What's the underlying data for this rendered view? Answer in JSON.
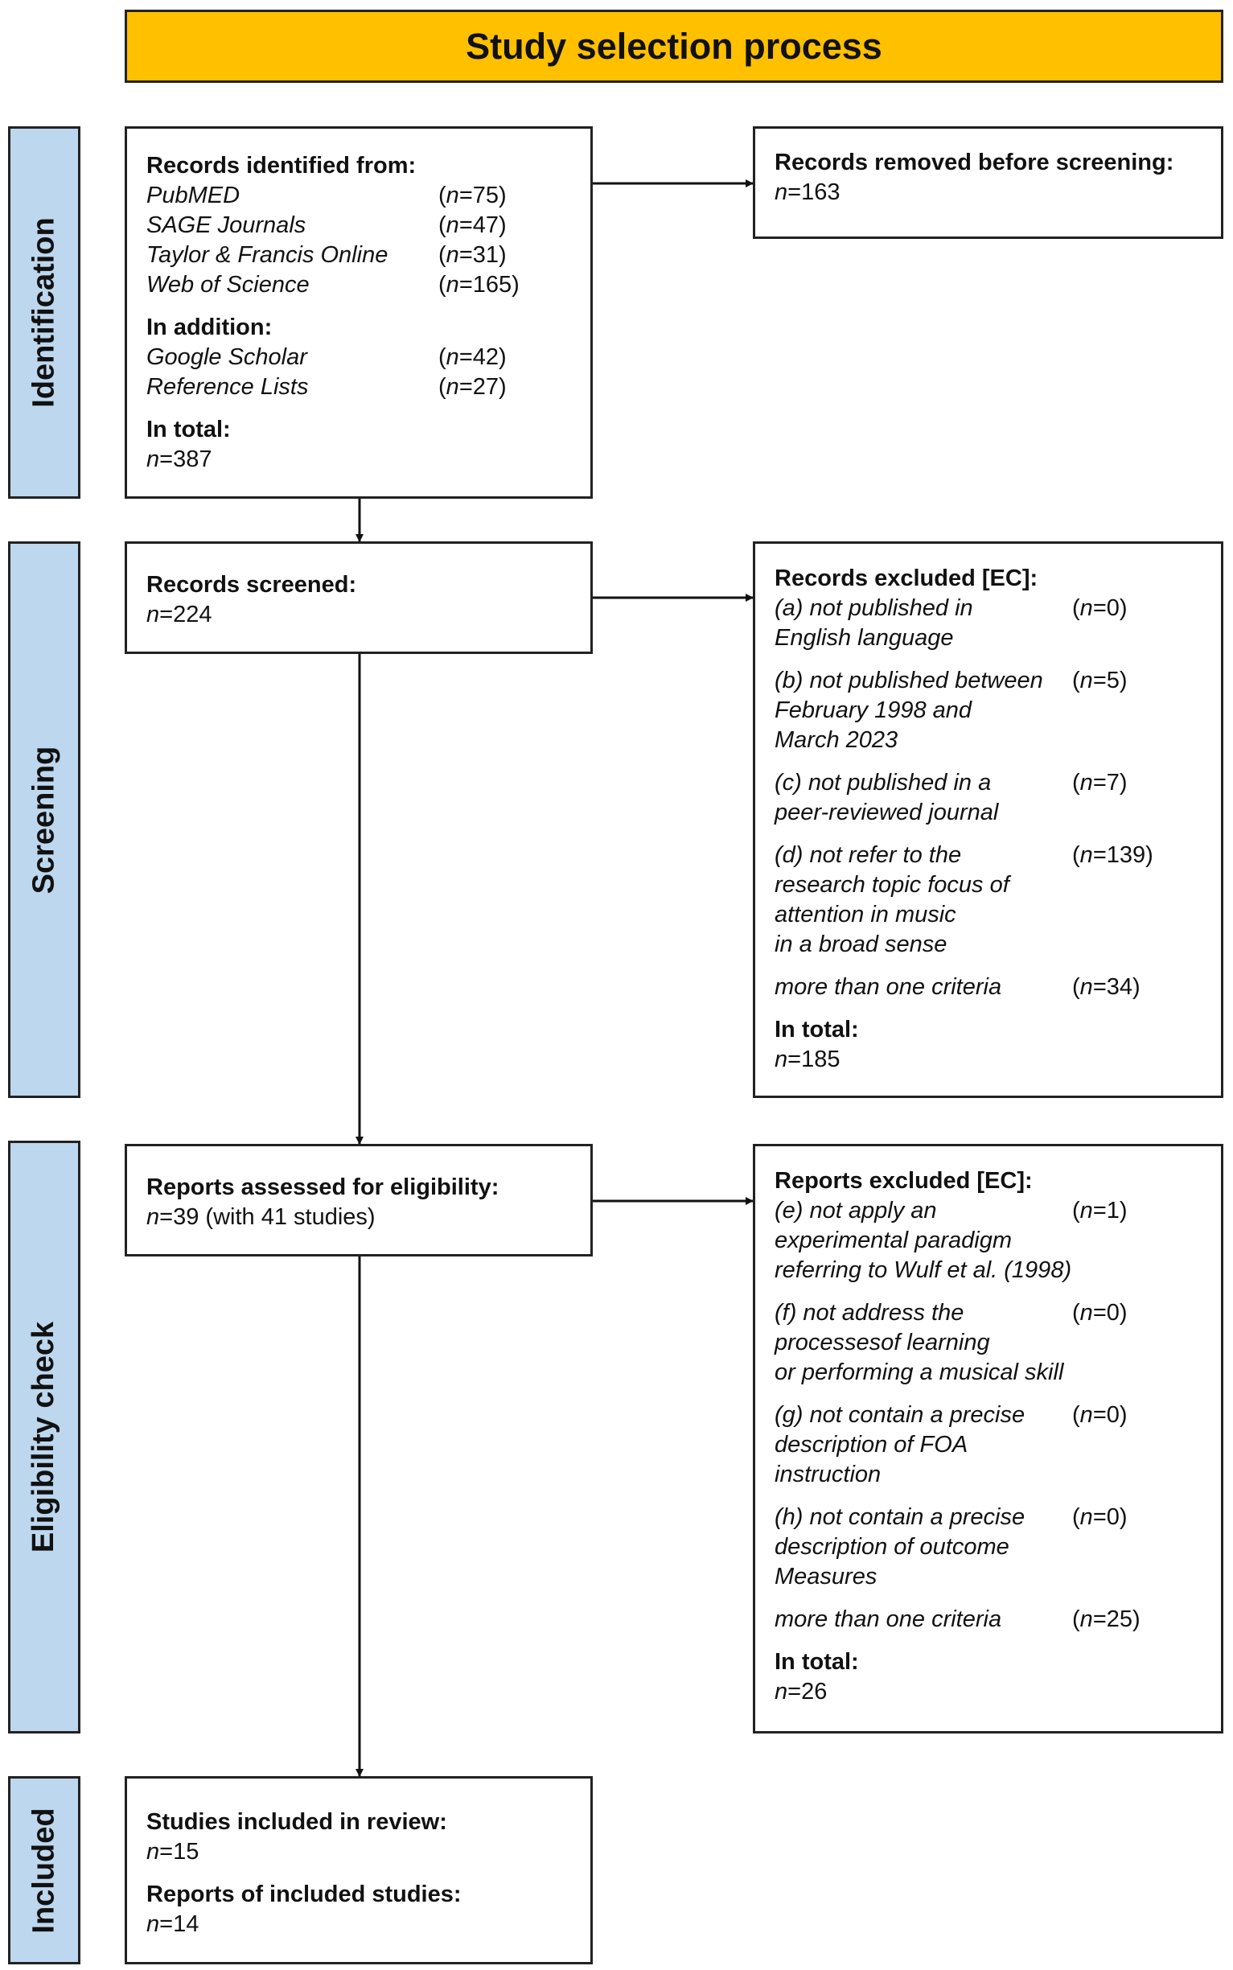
{
  "title": "Study selection process",
  "colors": {
    "title_bg": "#FFC000",
    "stage_bg": "#BDD7EE",
    "border": "#222222"
  },
  "stages": {
    "identification": "Identification",
    "screening": "Screening",
    "eligibility": "Eligibility check",
    "included": "Included"
  },
  "identified": {
    "heading": "Records identified from:",
    "sources": [
      {
        "name": "PubMED",
        "n": "75"
      },
      {
        "name": "SAGE Journals",
        "n": "47"
      },
      {
        "name": "Taylor & Francis Online",
        "n": "31"
      },
      {
        "name": "Web of Science",
        "n": "165"
      }
    ],
    "addition_heading": "In addition:",
    "additional": [
      {
        "name": "Google Scholar",
        "n": "42"
      },
      {
        "name": "Reference Lists",
        "n": "27"
      }
    ],
    "total_heading": "In total:",
    "total": "387"
  },
  "removed": {
    "heading": "Records removed before screening:",
    "n": "163"
  },
  "screened": {
    "heading": "Records screened:",
    "n": "224"
  },
  "excluded_records": {
    "heading": "Records excluded [EC]:",
    "criteria": [
      {
        "text": [
          "(a) not published in",
          "English language"
        ],
        "n": "0"
      },
      {
        "text": [
          "(b) not published between",
          "February 1998 and",
          "March 2023"
        ],
        "n": "5"
      },
      {
        "text": [
          "(c) not published in a",
          "peer-reviewed journal"
        ],
        "n": "7"
      },
      {
        "text": [
          "(d) not refer to the",
          "research topic focus of",
          "attention in music",
          "in a broad sense"
        ],
        "n": "139"
      },
      {
        "text": [
          "more than one criteria"
        ],
        "n": "34"
      }
    ],
    "total_heading": "In total:",
    "total": "185"
  },
  "assessed": {
    "heading": "Reports assessed for eligibility:",
    "n": "39",
    "note": "(with 41 studies)"
  },
  "excluded_reports": {
    "heading": "Reports excluded [EC]:",
    "criteria": [
      {
        "text": [
          "(e) not apply an",
          "experimental paradigm",
          "referring to Wulf et al. (1998)"
        ],
        "n": "1"
      },
      {
        "text": [
          "(f) not address the",
          "processesof learning",
          "or performing a musical skill"
        ],
        "n": "0"
      },
      {
        "text": [
          "(g) not contain a precise",
          "description of FOA",
          "instruction"
        ],
        "n": "0"
      },
      {
        "text": [
          "(h) not contain a precise",
          "description of outcome",
          "Measures"
        ],
        "n": "0"
      },
      {
        "text": [
          "more than one criteria"
        ],
        "n": "25"
      }
    ],
    "total_heading": "In total:",
    "total": "26"
  },
  "included": {
    "studies_heading": "Studies included in review:",
    "studies_n": "15",
    "reports_heading": "Reports of included studies:",
    "reports_n": "14"
  }
}
